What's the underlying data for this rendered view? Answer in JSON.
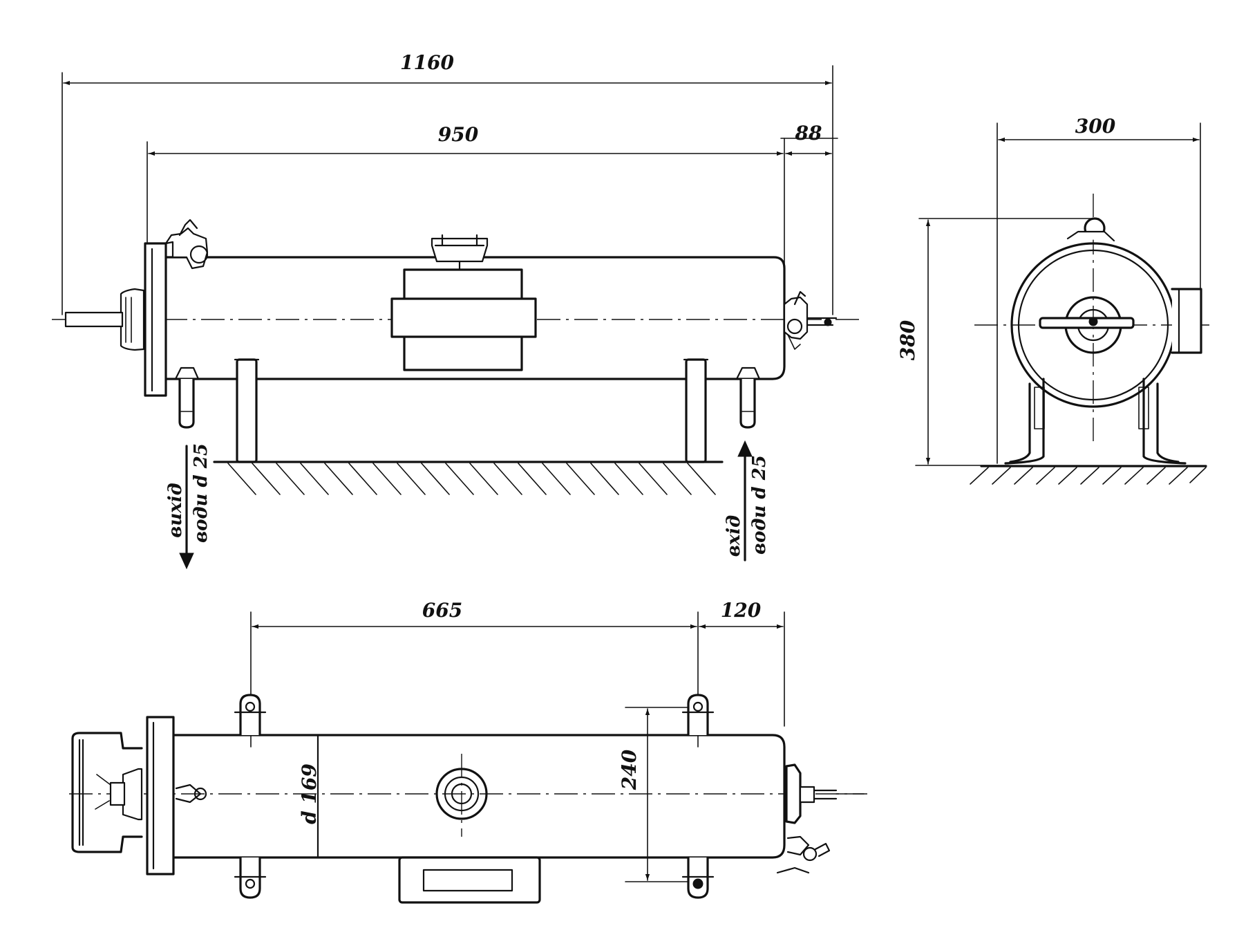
{
  "dimensions": {
    "overall_length": "1160",
    "body_length": "950",
    "end_offset": "88",
    "side_width": "300",
    "side_height": "380",
    "support_spacing": "665",
    "support_end_offset": "120",
    "body_diameter": "d 169",
    "support_width": "240"
  },
  "labels": {
    "outlet_line1": "вихід",
    "outlet_line2": "води d 25",
    "inlet_line1": "вхід",
    "inlet_line2": "води d 25"
  },
  "colors": {
    "ink": "#111111",
    "paper": "#ffffff"
  }
}
